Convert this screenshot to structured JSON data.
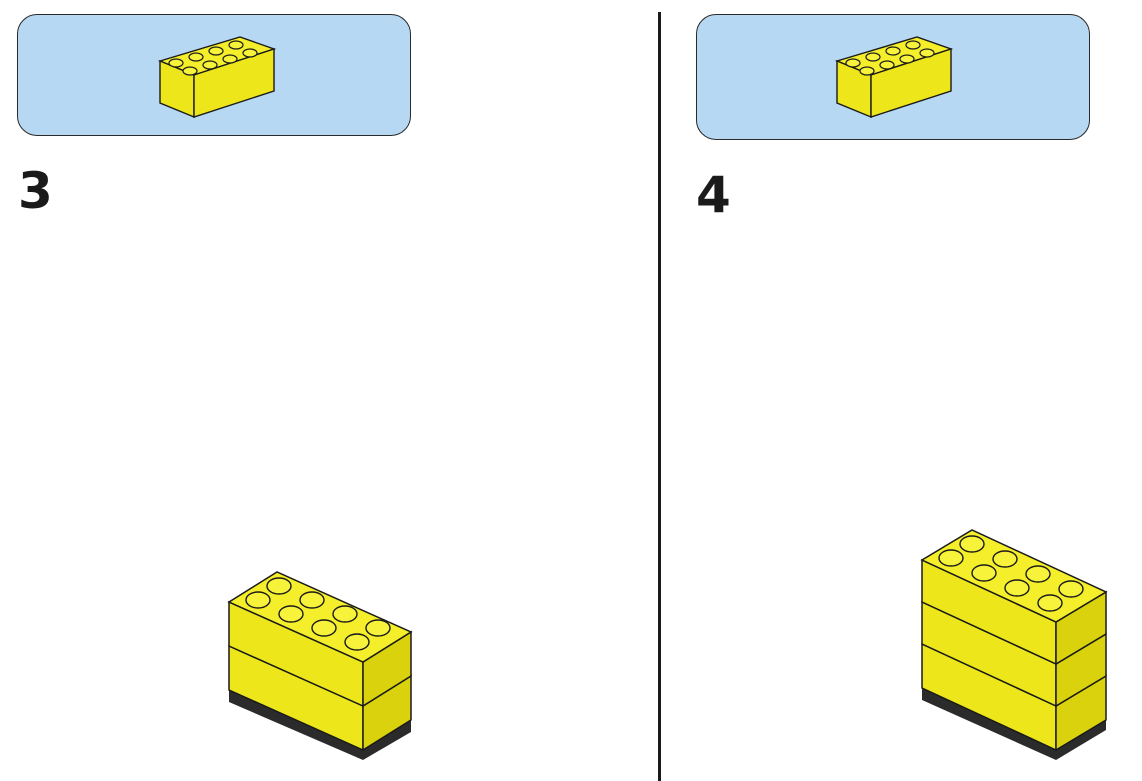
{
  "colors": {
    "brick_top": "#f4ef2a",
    "brick_front": "#ece61a",
    "brick_side": "#d9d20c",
    "stud_top": "#f7f23a",
    "outline": "#1a1a1a",
    "shadow": "#2b2b2b",
    "parts_box_bg": "#b7d8f2"
  },
  "steps": [
    {
      "number": "3",
      "part": "yellow-2x4-brick",
      "model_layers": 2
    },
    {
      "number": "4",
      "part": "yellow-2x4-brick",
      "model_layers": 3
    }
  ]
}
